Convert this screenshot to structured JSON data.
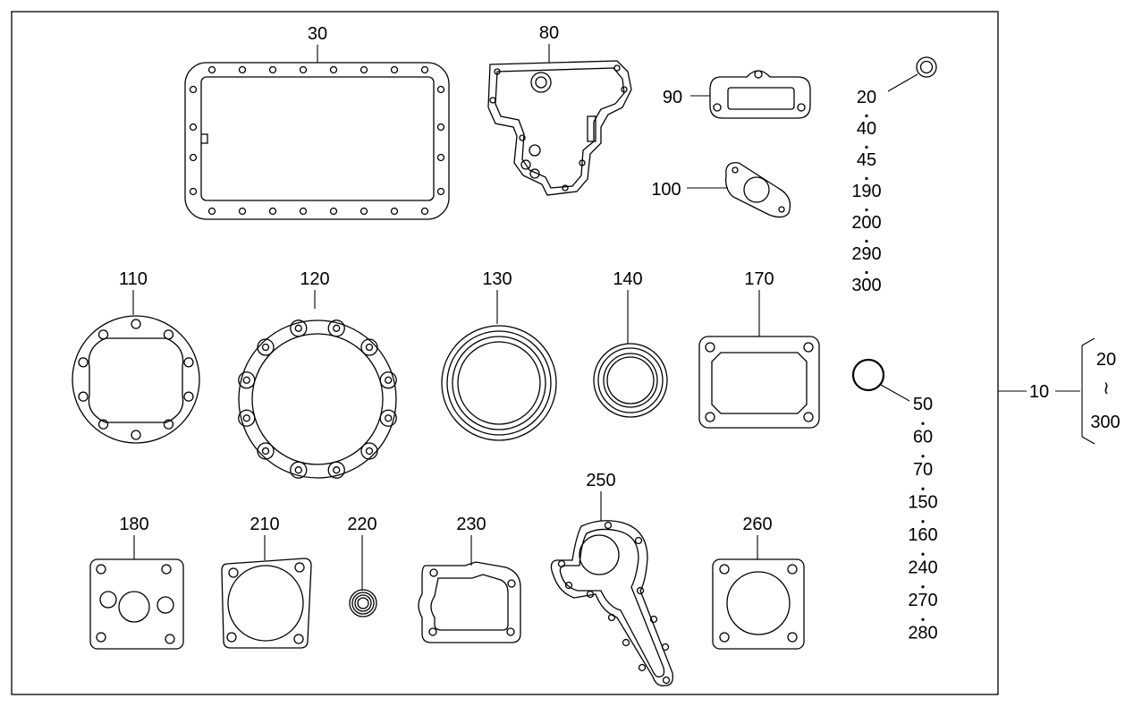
{
  "parts": {
    "p30": "30",
    "p80": "80",
    "p90": "90",
    "p100": "100",
    "p110": "110",
    "p120": "120",
    "p130": "130",
    "p140": "140",
    "p170": "170",
    "p180": "180",
    "p210": "210",
    "p220": "220",
    "p230": "230",
    "p250": "250",
    "p260": "260"
  },
  "group_a": [
    "20",
    "40",
    "45",
    "190",
    "200",
    "290",
    "300"
  ],
  "group_b": [
    "50",
    "60",
    "70",
    "150",
    "160",
    "240",
    "270",
    "280"
  ],
  "kit": {
    "number": "10",
    "range_start": "20",
    "range_symbol": "≀",
    "range_end": "300"
  }
}
